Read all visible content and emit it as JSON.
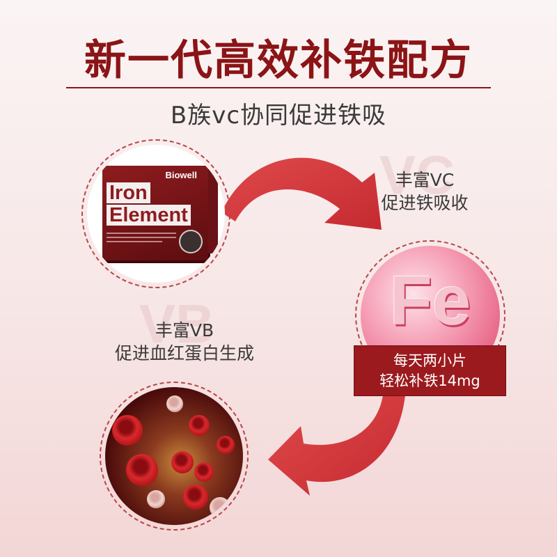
{
  "heading": {
    "title": "新一代高效补铁配方",
    "subtitle": "B族vc协同促进铁吸"
  },
  "product": {
    "brand": "Biowell",
    "name_line1": "Iron",
    "name_line2": "Element"
  },
  "vitamin_c": {
    "watermark": "VC",
    "line1": "丰富VC",
    "line2": "促进铁吸收"
  },
  "vitamin_b": {
    "watermark": "VB",
    "line1": "丰富VB",
    "line2": "促进血红蛋白生成"
  },
  "iron": {
    "symbol": "Fe",
    "badge_line1": "每天两小片",
    "badge_line2": "轻松补铁14mg"
  },
  "colors": {
    "brand_red": "#8b1416",
    "arrow_red": "#d9383c",
    "badge_red": "#9b1a1e"
  }
}
